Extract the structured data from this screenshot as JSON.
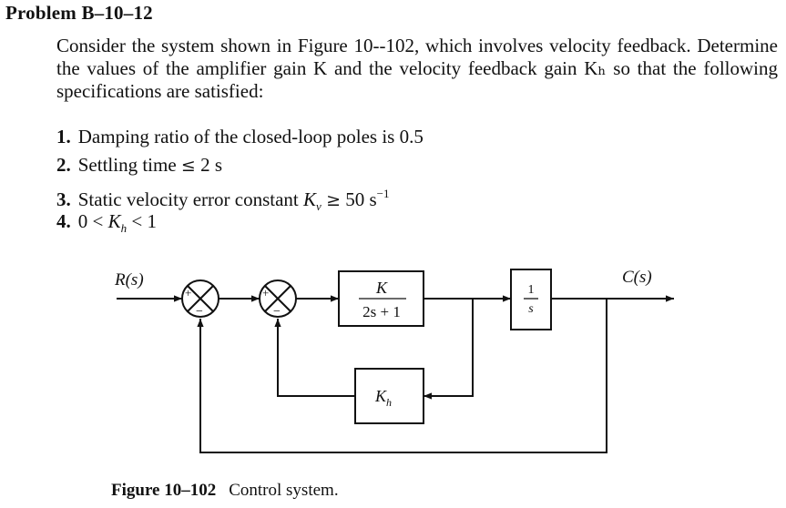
{
  "problem_title": "Problem B–10–12",
  "intro": "Consider the system shown in Figure 10--102, which involves velocity feedback. Determine the values of the amplifier gain K and the velocity feedback gain Kₕ so that the following specifications are satisfied:",
  "specifications": [
    {
      "number": "1.",
      "text": "Damping ratio of the closed-loop poles is 0.5"
    },
    {
      "number": "2.",
      "pre": "Settling time",
      "relation": "≤",
      "post": "2 s"
    },
    {
      "number": "3.",
      "pre": "Static velocity error constant",
      "var": "K",
      "sub": "v",
      "relation": "≥",
      "post": "50 s",
      "exp": "−1"
    },
    {
      "number": "4.",
      "pre": "0",
      "rel1": "<",
      "var": "K",
      "sub": "h",
      "rel2": "<",
      "post": "1"
    }
  ],
  "diagram": {
    "input_label": "R(s)",
    "output_label": "C(s)",
    "plus_sign": "+",
    "minus_sign": "−",
    "forward_block": {
      "numerator": "K",
      "denominator": "2s + 1"
    },
    "integrator_block": {
      "numerator": "1",
      "denominator": "s"
    },
    "feedback_block": {
      "var": "K",
      "sub": "h"
    }
  },
  "caption": {
    "number": "Figure 10–102",
    "text": "Control system."
  }
}
